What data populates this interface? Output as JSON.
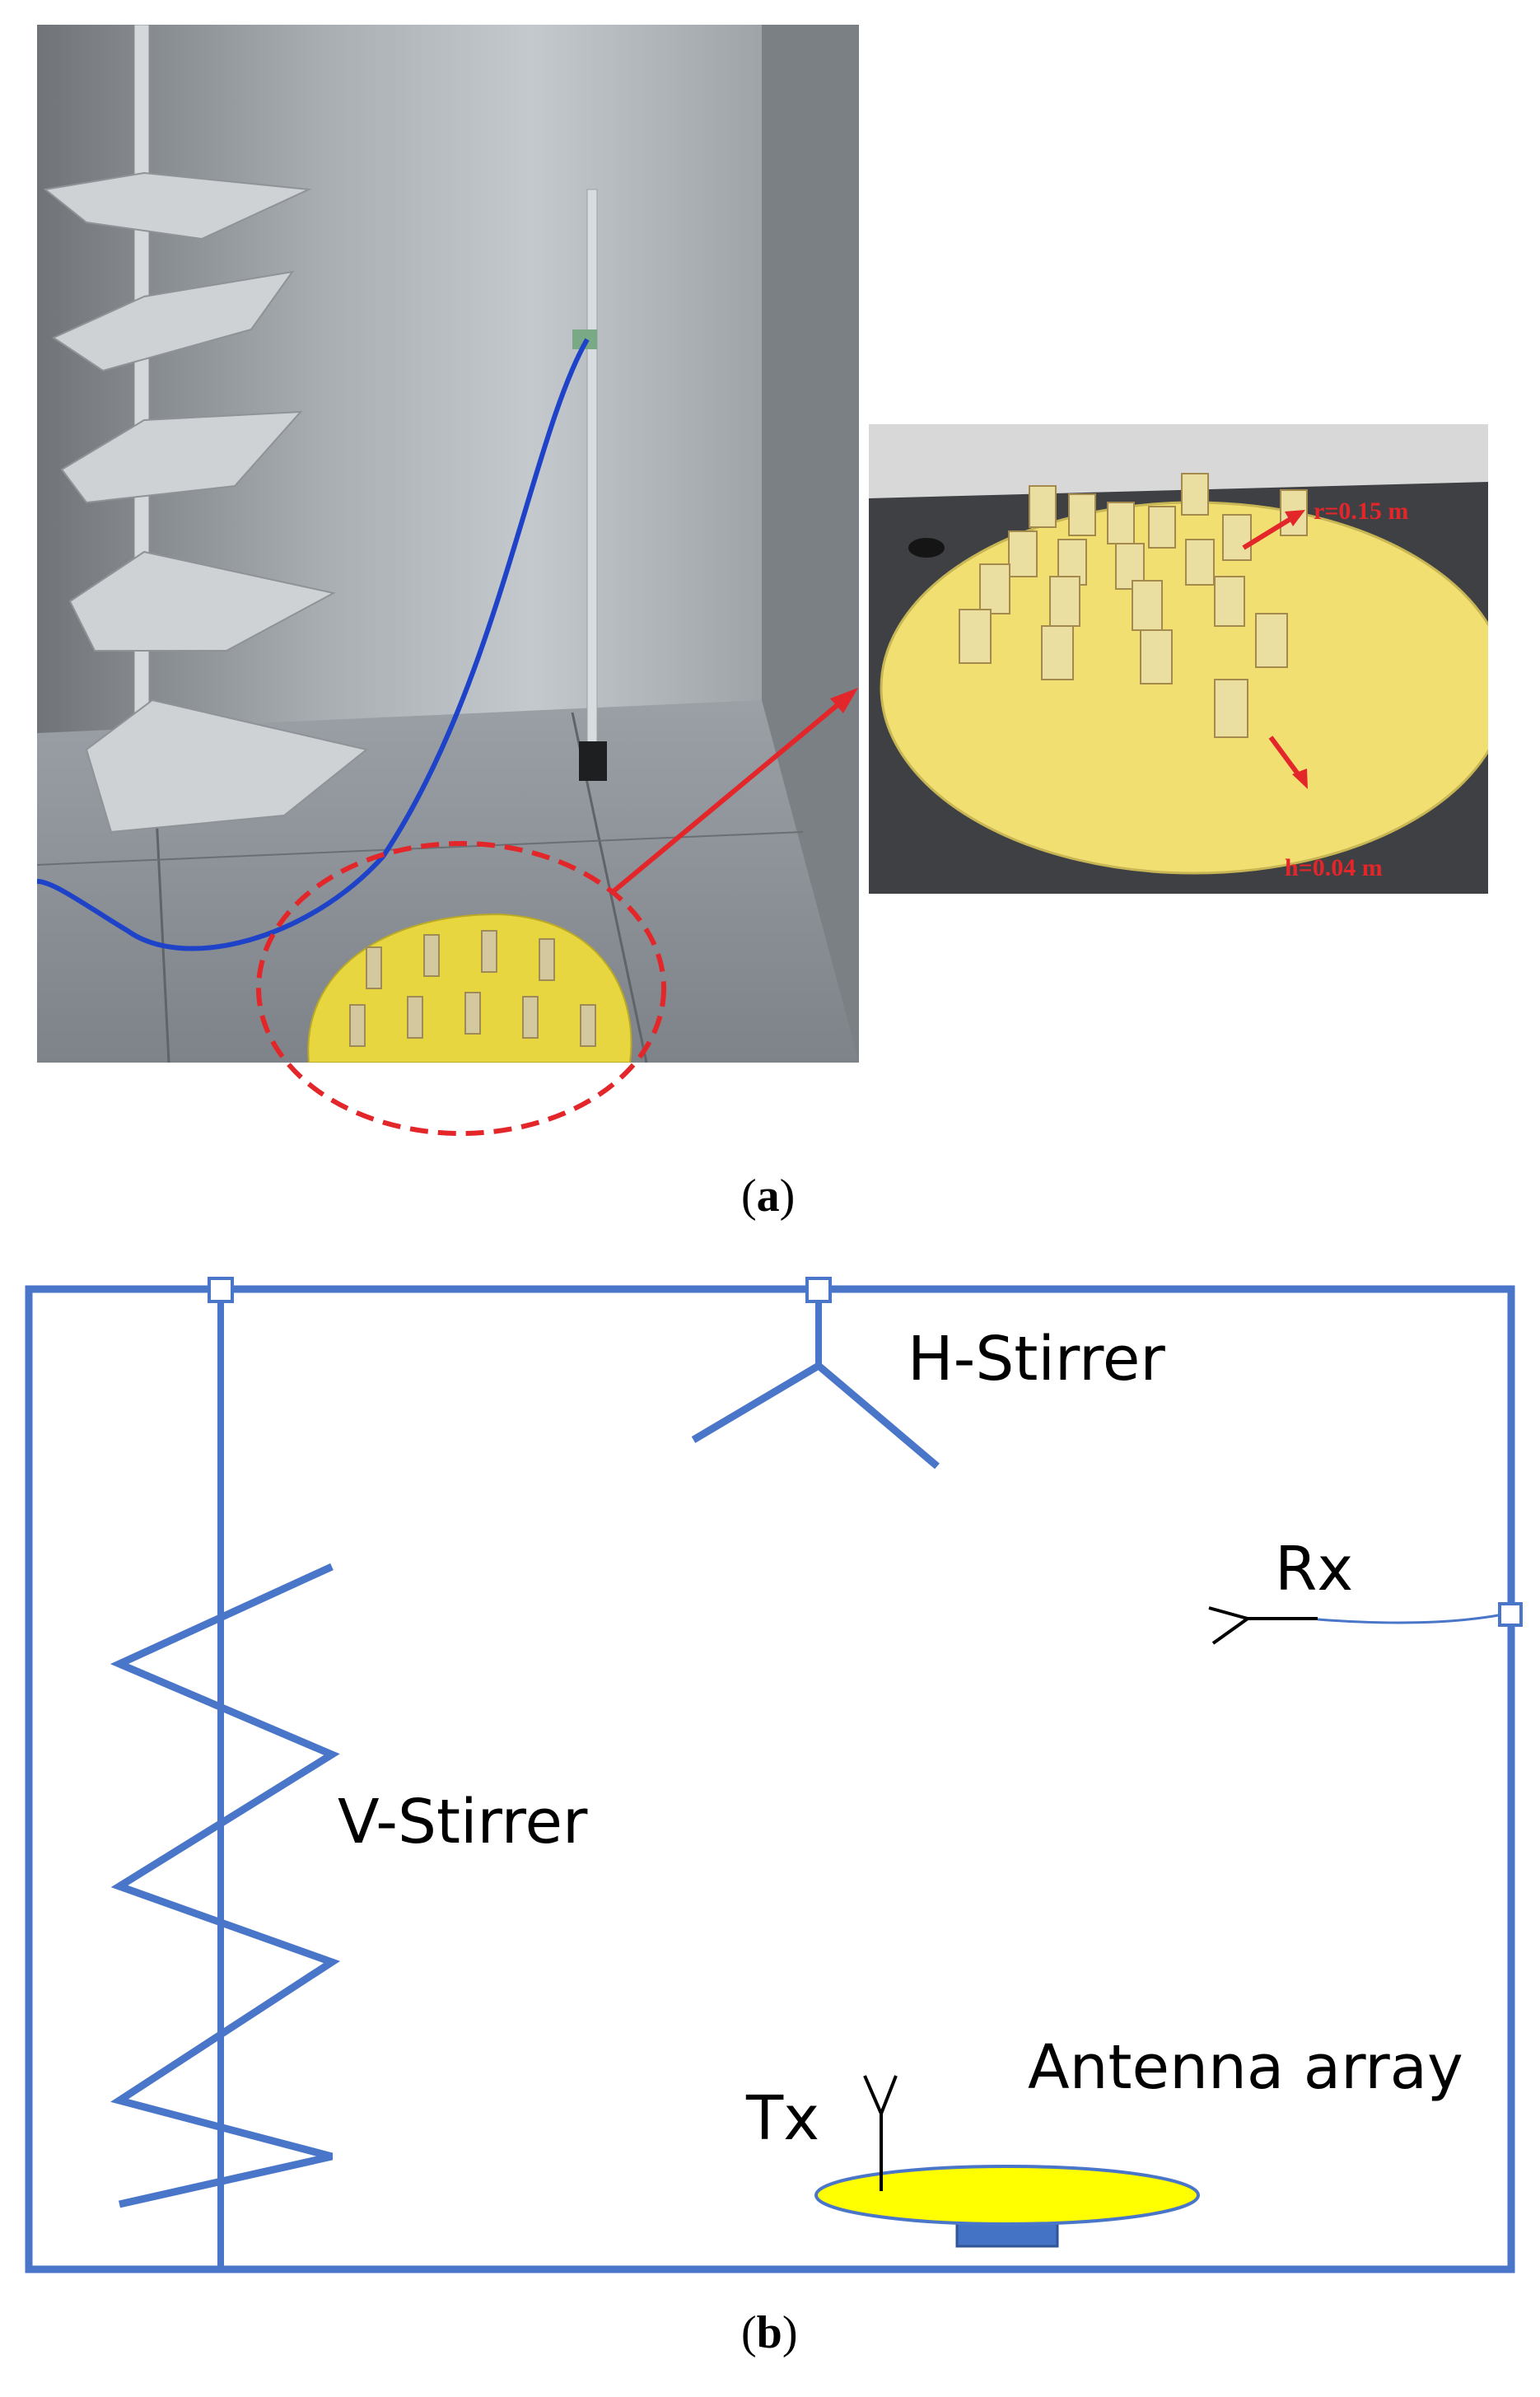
{
  "panel_a": {
    "caption": "a",
    "photo_inset": {
      "radius_label": "r=0.15 m",
      "height_label": "h=0.04 m"
    },
    "colors": {
      "highlight": "#e3262a",
      "cable": "#1f43c8",
      "board": "#f1df72"
    }
  },
  "panel_b": {
    "caption": "b",
    "labels": {
      "h_stirrer": "H-Stirrer",
      "v_stirrer": "V-Stirrer",
      "rx": "Rx",
      "tx": "Tx",
      "antenna_array": "Antenna array"
    },
    "colors": {
      "frame": "#4a76c9",
      "array_disc": "#ffff00",
      "array_base": "#4472c4"
    }
  }
}
